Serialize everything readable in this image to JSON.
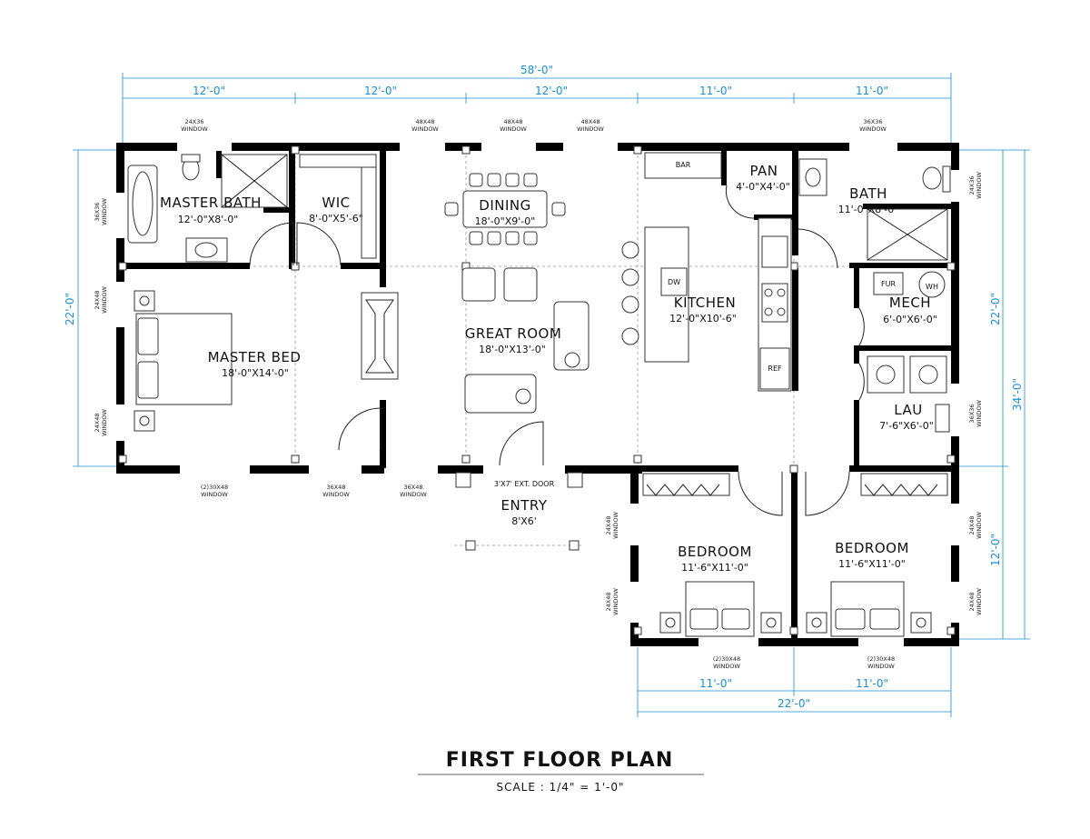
{
  "plan": {
    "title": "FIRST FLOOR PLAN",
    "scale": "SCALE : 1/4\" = 1'-0\""
  },
  "rooms": {
    "master_bath": {
      "name": "MASTER BATH",
      "size": "12'-0\"X8'-0\""
    },
    "wic": {
      "name": "WIC",
      "size": "8'-0\"X5'-6\""
    },
    "dining": {
      "name": "DINING",
      "size": "18'-0\"X9'-0\""
    },
    "pan": {
      "name": "PAN",
      "size": "4'-0\"X4'-0\""
    },
    "bath": {
      "name": "BATH",
      "size": "11'-0\"X8'-0\""
    },
    "kitchen": {
      "name": "KITCHEN",
      "size": "12'-0\"X10'-6\""
    },
    "mech": {
      "name": "MECH",
      "size": "6'-0\"X6'-0\""
    },
    "great_room": {
      "name": "GREAT ROOM",
      "size": "18'-0\"X13'-0\""
    },
    "master_bed": {
      "name": "MASTER BED",
      "size": "18'-0\"X14'-0\""
    },
    "lau": {
      "name": "LAU",
      "size": "7'-6\"X6'-0\""
    },
    "entry": {
      "name": "ENTRY",
      "size": "8'X6'"
    },
    "bedroom1": {
      "name": "BEDROOM",
      "size": "11'-6\"X11'-0\""
    },
    "bedroom2": {
      "name": "BEDROOM",
      "size": "11'-6\"X11'-0\""
    }
  },
  "fixtures": {
    "bar": "BAR",
    "dw": "DW",
    "ref": "REF",
    "fur": "FUR",
    "wh": "WH",
    "ext_door": "3'X7' EXT. DOOR"
  },
  "windows": {
    "top_mb": [
      "24X36",
      "WINDOW"
    ],
    "top_gr1": [
      "48X48",
      "WINDOW"
    ],
    "top_gr2": [
      "48X48",
      "WINDOW"
    ],
    "top_gr3": [
      "48X48",
      "WINDOW"
    ],
    "top_bath": [
      "36X36",
      "WINDOW"
    ],
    "left_mb": [
      "36X36",
      "WINDOW"
    ],
    "left_bed1": [
      "24X48",
      "WINDOW"
    ],
    "left_bed2": [
      "24X48",
      "WINDOW"
    ],
    "right_bath": [
      "24X36",
      "WINDOW"
    ],
    "right_lau": [
      "36X36",
      "WINDOW"
    ],
    "bot_mb1": [
      "(2)30X48",
      "WINDOW"
    ],
    "bot_mb2": [
      "36X48",
      "WINDOW"
    ],
    "bot_gr": [
      "36X48",
      "WINDOW"
    ],
    "br_left1": [
      "24X48",
      "WINDOW"
    ],
    "br_left2": [
      "24X48",
      "WINDOW"
    ],
    "br_right1": [
      "24X48",
      "WINDOW"
    ],
    "br_right2": [
      "24X48",
      "WINDOW"
    ],
    "br_bot1": [
      "(2)30X48",
      "WINDOW"
    ],
    "br_bot2": [
      "(2)30X48",
      "WINDOW"
    ]
  },
  "dimensions": {
    "overall_top": "58'-0\"",
    "top_segments": [
      "12'-0\"",
      "12'-0\"",
      "12'-0\"",
      "11'-0\"",
      "11'-0\""
    ],
    "left_side": "22'-0\"",
    "right_upper": "22'-0\"",
    "right_lower": "12'-0\"",
    "right_overall": "34'-0\"",
    "bottom_segments": [
      "11'-0\"",
      "11'-0\""
    ],
    "bottom_overall": "22'-0\""
  },
  "colors": {
    "wall": "#000000",
    "dimension": "#1b8fd6"
  }
}
